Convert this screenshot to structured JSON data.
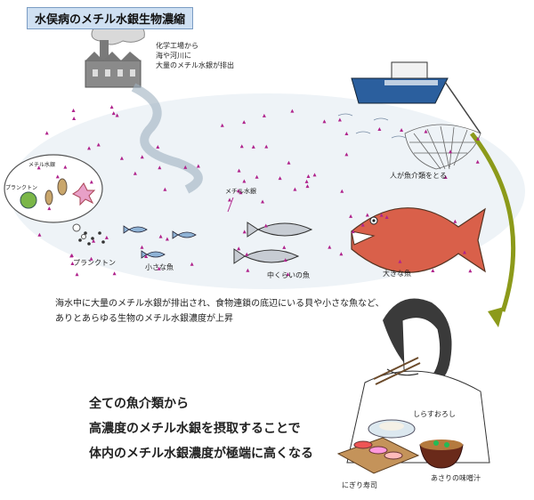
{
  "title": "水俣病のメチル水銀生物濃縮",
  "labels": {
    "factory_line1": "化学工場から",
    "factory_line2": "海や河川に",
    "factory_line3": "大量のメチル水銀が排出",
    "boat": "人が魚介類をとる",
    "bubble_mercury": "メチル水銀",
    "bubble_plankton": "プランクトン",
    "plankton": "プランクトン",
    "small_fish": "小さな魚",
    "mercury_pointer": "メチル水銀",
    "medium_fish": "中くらいの魚",
    "big_fish": "大きな魚",
    "shirasu": "しらすおろし",
    "sushi": "にぎり寿司",
    "miso": "あさりの味噌汁"
  },
  "explanation": {
    "line1": "海水中に大量のメチル水銀が排出され、食物連鎖の底辺にいる貝や小さな魚など、",
    "line2": "ありとあらゆる生物のメチル水銀濃度が上昇"
  },
  "conclusion": {
    "line1": "全ての魚介類から",
    "line2": "高濃度のメチル水銀を摂取することで",
    "line3": "体内のメチル水銀濃度が極端に高くなる"
  },
  "colors": {
    "mercury": "#b0238c",
    "water": "#dfe8f0",
    "fish": "#c7ccd3",
    "big_fish": "#d9604a",
    "boat": "#2b5f9e",
    "arrow": "#8c9a1a",
    "title_bg": "#cfe0f2"
  }
}
